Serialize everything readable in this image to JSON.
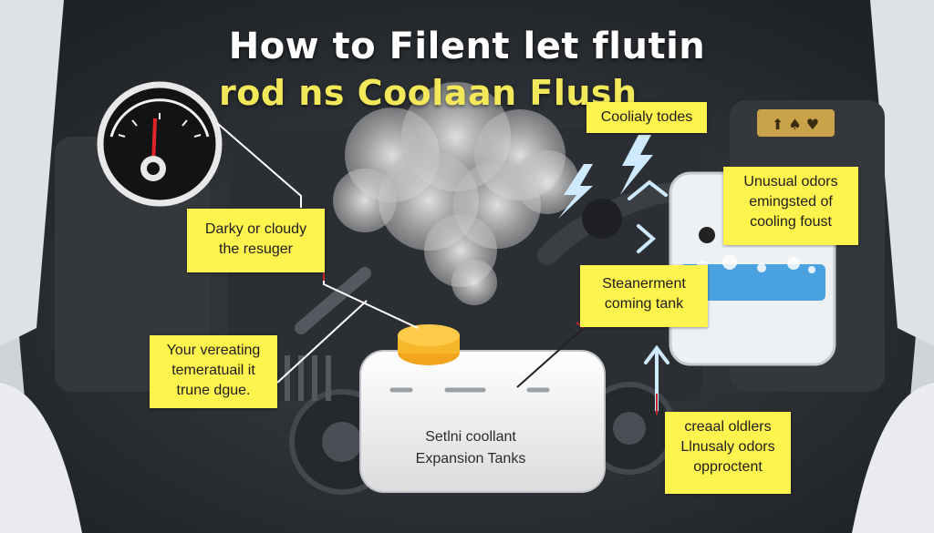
{
  "title": {
    "line1": "How to Filent let flutin",
    "line2": "rod ns Coolaan Flush"
  },
  "labels": {
    "coolant_hoses": "Coolialy todes",
    "unusual_odors": [
      "Unusual odors",
      "emingsted of",
      "cooling foust"
    ],
    "dark_cloudy": [
      "Darky or cloudy",
      "the resuger"
    ],
    "steam": [
      "Steanerment",
      "coming tank"
    ],
    "overheating": [
      "Your vereating",
      "temeratuail it",
      "trune dgue."
    ],
    "odors_bottom": [
      "creaal oldlers",
      "Llnusaly odors",
      "opproctent"
    ]
  },
  "tank": [
    "Setlni coollant",
    "Expansion Tanks"
  ],
  "colors": {
    "label_bg": "#fff34d",
    "title_secondary": "#f3e85a",
    "tank_cap": "#f7b72a",
    "coolant": "#4aa3e0",
    "leader_line": "#c62828"
  },
  "icons": [
    "temperature-gauge-icon",
    "steam-cloud-icon",
    "lightning-icon",
    "arrow-icon"
  ]
}
